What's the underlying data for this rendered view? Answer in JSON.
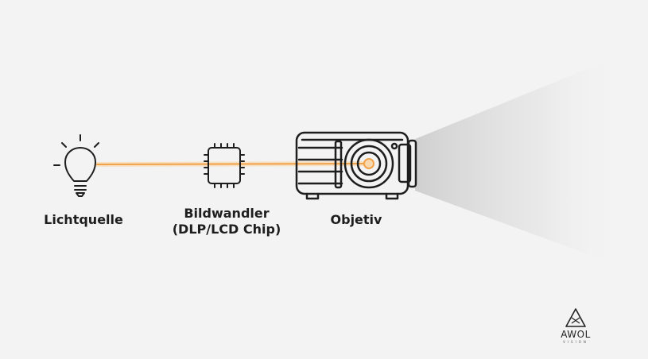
{
  "labels": {
    "light_source": "Lichtquelle",
    "converter_line1": "Bildwandler",
    "converter_line2": "(DLP/LCD Chip)",
    "lens": "Objetiv"
  },
  "logo": {
    "name": "AWOL",
    "sub": "VISION"
  },
  "icons": [
    "lightbulb-icon",
    "chip-icon",
    "projector-icon"
  ],
  "colors": {
    "background": "#f3f3f3",
    "beam": "#f0a24a",
    "beam_glow": "#fbd9ae",
    "stroke": "#1e1e1e",
    "cone": "#d8d8d8"
  }
}
